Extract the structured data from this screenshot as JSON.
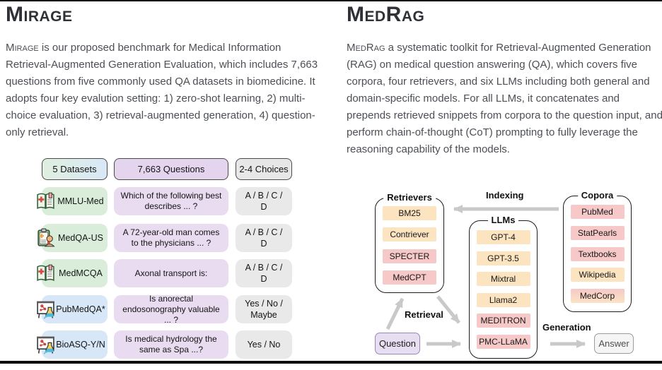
{
  "palette": {
    "dataset_green": "#d9edda",
    "dataset_blue": "#d7e7f8",
    "question_purple": "#e9dcf0",
    "choices_gray": "#e9e9e9",
    "chip_peach": "#fce4c1",
    "chip_pink": "#f6c9c8",
    "question_node_purple": "#e7def2",
    "arrow_gray": "#c9c9c9"
  },
  "mirage": {
    "title": "Mirage",
    "description_lead": "Mirage",
    "description_rest": " is our proposed benchmark for Medical Information Retrieval-Augmented Generation Evaluation, which includes 7,663 questions from five commonly used QA datasets in biomedicine. It adopts four key evalution setting: 1) zero-shot learning, 2) multi-choice evaluation, 3) retrieval-augmented generation, 4) question-only retrieval.",
    "table": {
      "headers": [
        {
          "label": "5 Datasets"
        },
        {
          "label": "7,663 Questions"
        },
        {
          "label": "2-4 Choices"
        }
      ],
      "rows": [
        {
          "icon": "medical-book-icon",
          "tint": "green",
          "name": "MMLU-Med",
          "question": "Which of the following best describes ... ?",
          "choices": "A / B / C / D"
        },
        {
          "icon": "clipboard-patient-icon",
          "tint": "green",
          "name": "MedQA-US",
          "question": "A 72-year-old man comes to the physicians ... ?",
          "choices": "A / B / C / D"
        },
        {
          "icon": "medical-book-icon",
          "tint": "green",
          "name": "MedMCQA",
          "question": "Axonal transport is:",
          "choices": "A / B / C / D"
        },
        {
          "icon": "lab-experiment-icon",
          "tint": "blue",
          "name": "PubMedQA*",
          "question": "Is anorectal endosonography valuable ... ?",
          "choices": "Yes / No / Maybe"
        },
        {
          "icon": "lab-experiment-icon",
          "tint": "blue",
          "name": "BioASQ-Y/N",
          "question": "Is medical hydrology the same as Spa ...?",
          "choices": "Yes / No"
        }
      ]
    }
  },
  "medrag": {
    "title": "MedRag",
    "description_lead": "MedRag",
    "description_rest": " a systematic toolkit for Retrieval-Augmented Generation (RAG) on medical question answering (QA), which covers five corpora, four retrievers, and six LLMs including both general and domain-specific models. For all LLMs, it concatenates and prepends retrieved snippets from corpora to the question input, and perform chain-of-thought (CoT) prompting to fully leverage the reasoning capability of the models.",
    "diagram": {
      "retrievers": {
        "title": "Retrievers",
        "items": [
          {
            "label": "BM25",
            "color": "peach"
          },
          {
            "label": "Contriever",
            "color": "peach"
          },
          {
            "label": "SPECTER",
            "color": "pink"
          },
          {
            "label": "MedCPT",
            "color": "pink"
          }
        ]
      },
      "llms": {
        "title": "LLMs",
        "items": [
          {
            "label": "GPT-4",
            "color": "peach"
          },
          {
            "label": "GPT-3.5",
            "color": "peach"
          },
          {
            "label": "Mixtral",
            "color": "peach"
          },
          {
            "label": "Llama2",
            "color": "peach"
          },
          {
            "label": "MEDITRON",
            "color": "pink"
          },
          {
            "label": "PMC-LLaMA",
            "color": "pink"
          }
        ]
      },
      "corpora": {
        "title": "Copora",
        "items": [
          {
            "label": "PubMed",
            "color": "pink"
          },
          {
            "label": "StatPearls",
            "color": "pink"
          },
          {
            "label": "Textbooks",
            "color": "pink"
          },
          {
            "label": "Wikipedia",
            "color": "peach"
          },
          {
            "label": "MedCorp",
            "color": "pink-peach"
          }
        ]
      },
      "labels": {
        "indexing": "Indexing",
        "retrieval": "Retrieval",
        "generation": "Generation"
      },
      "question_label": "Question",
      "answer_label": "Answer"
    }
  }
}
